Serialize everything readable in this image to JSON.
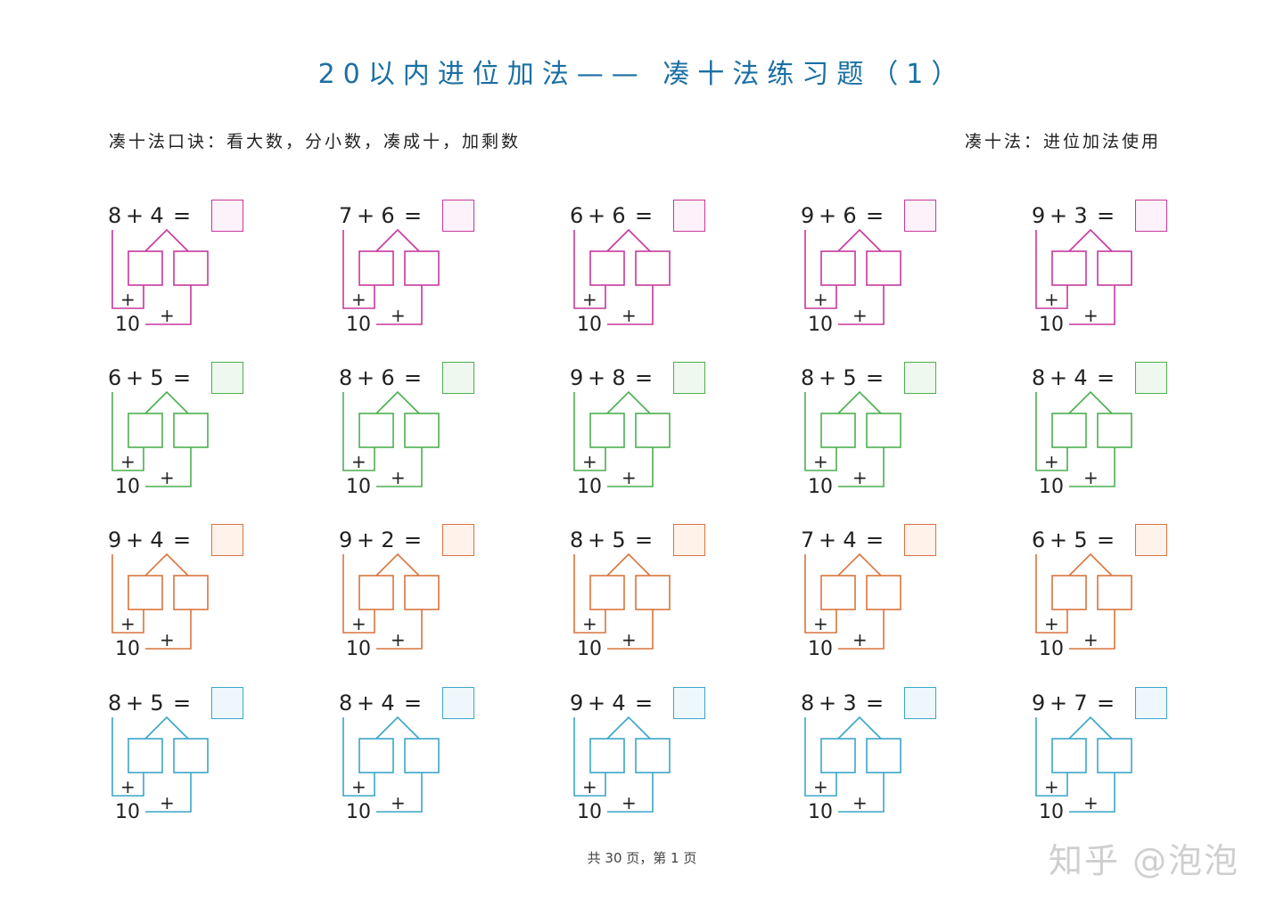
{
  "title": "20以内进位加法—— 凑十法练习题（1）",
  "rhyme": "凑十法口诀：看大数，分小数，凑成十，加剩数",
  "note": "凑十法：进位加法使用",
  "labels": {
    "plus": "+",
    "equals": "=",
    "ten": "10"
  },
  "row_colors": [
    "#c7389c",
    "#4caf50",
    "#d9743e",
    "#3aa6c8"
  ],
  "row_fills": [
    "#fdf1fa",
    "#eef8ee",
    "#fff2ea",
    "#eef8fc"
  ],
  "rows": [
    {
      "problems": [
        {
          "a": "8",
          "b": "4"
        },
        {
          "a": "7",
          "b": "6"
        },
        {
          "a": "6",
          "b": "6"
        },
        {
          "a": "9",
          "b": "6"
        },
        {
          "a": "9",
          "b": "3"
        }
      ]
    },
    {
      "problems": [
        {
          "a": "6",
          "b": "5"
        },
        {
          "a": "8",
          "b": "6"
        },
        {
          "a": "9",
          "b": "8"
        },
        {
          "a": "8",
          "b": "5"
        },
        {
          "a": "8",
          "b": "4"
        }
      ]
    },
    {
      "problems": [
        {
          "a": "9",
          "b": "4"
        },
        {
          "a": "9",
          "b": "2"
        },
        {
          "a": "8",
          "b": "5"
        },
        {
          "a": "7",
          "b": "4"
        },
        {
          "a": "6",
          "b": "5"
        }
      ]
    },
    {
      "problems": [
        {
          "a": "8",
          "b": "5"
        },
        {
          "a": "8",
          "b": "4"
        },
        {
          "a": "9",
          "b": "4"
        },
        {
          "a": "8",
          "b": "3"
        },
        {
          "a": "9",
          "b": "7"
        }
      ]
    }
  ],
  "footer": "共 30 页，第 1 页",
  "watermark": "知乎 @泡泡"
}
